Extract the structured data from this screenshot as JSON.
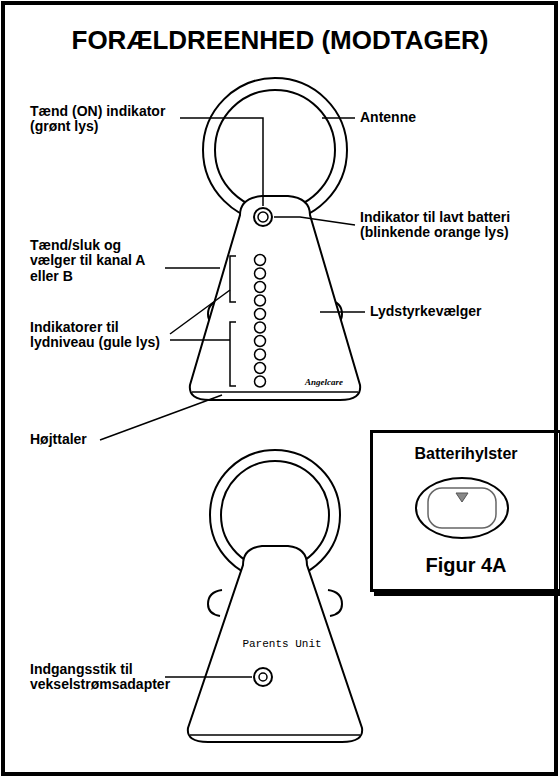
{
  "diagram": {
    "title": "FORÆLDREENHED (MODTAGER)",
    "nodes": [
      {
        "text": [
          "Batterihylster",
          "Figur 4A"
        ]
      }
    ],
    "labels": [
      "Tænd (ON) indikator (grønt lys)",
      "Antenne",
      "Indikator til lavt batteri (blinkende orange lys)",
      "Tænd/sluk og vælger til kanal A eller B",
      "Lydstyrkevælger",
      "Indikatorer til lydniveau (gule lys)",
      "Højttaler",
      "Angelcare",
      "Parents Unit",
      "Indgangsstik til vekselstrømsadapter"
    ]
  }
}
